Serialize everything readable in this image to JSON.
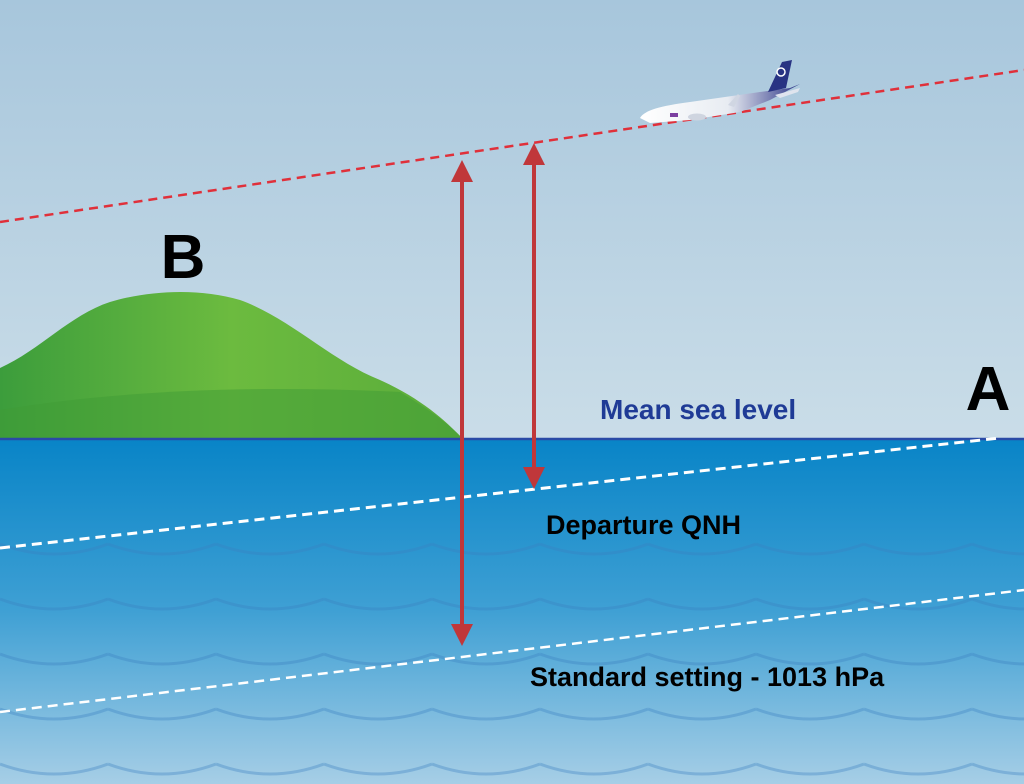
{
  "labels": {
    "point_b": "B",
    "point_a": "A",
    "mean_sea_level": "Mean sea level",
    "departure_qnh": "Departure QNH",
    "standard_setting": "Standard setting - 1013 hPa"
  },
  "colors": {
    "sky_top": "#a7c6dc",
    "sky_bottom": "#c9dce8",
    "water_top": "#0884c7",
    "water_bottom": "#a0cbe5",
    "hill": "#5cb33c",
    "flight_path": "#e0303a",
    "arrow": "#c0373a",
    "sea_level_text": "#1f3b96",
    "pressure_line": "#ffffff"
  },
  "icons": {
    "aircraft": "airliner-icon"
  }
}
